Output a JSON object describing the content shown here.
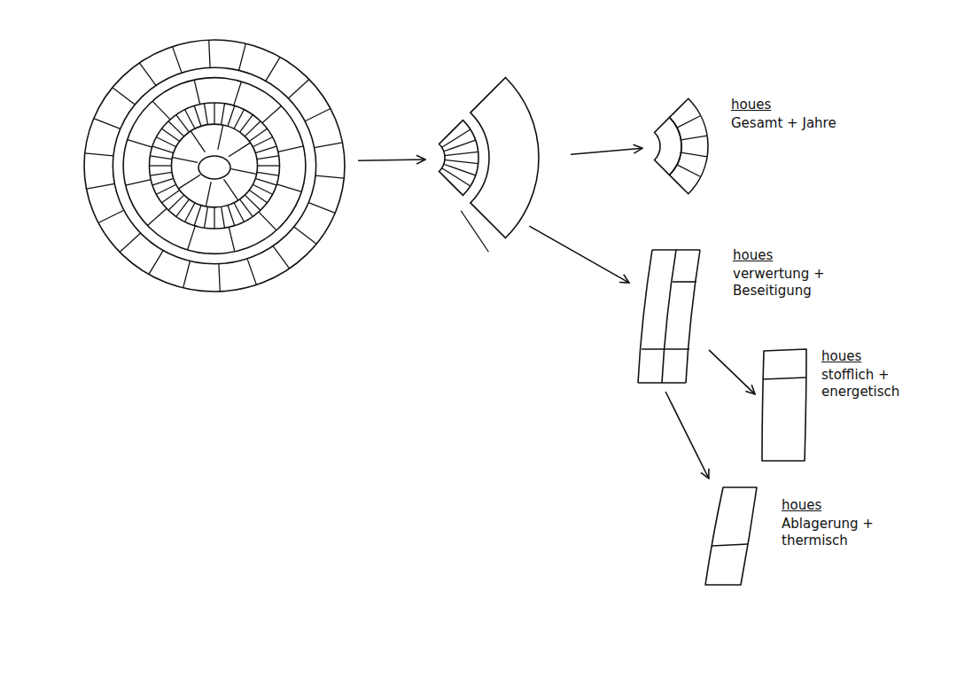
{
  "diagram": {
    "nodes": [
      {
        "text": []
      },
      {
        "text": [],
        "in": 0
      },
      {
        "text": [
          "houes",
          "Gesamt + Jahre"
        ]
      },
      {
        "text": [
          "houes",
          "verwertung + Beseitigung"
        ]
      },
      {
        "text": [
          "houes",
          "stofflich + energetisch"
        ]
      },
      {
        "text": [
          "houes",
          "Ablagerung + thermisch"
        ]
      }
    ],
    "edges": [
      {
        "from": 0,
        "to": 1,
        "arrow": "to"
      },
      {
        "from": 1,
        "to": 2,
        "arrow": "to"
      },
      {
        "from": 1,
        "to": 3,
        "arrow": "to"
      },
      {
        "from": 3,
        "to": 4,
        "arrow": "to"
      },
      {
        "from": 3,
        "to": 5,
        "arrow": "to"
      }
    ]
  }
}
